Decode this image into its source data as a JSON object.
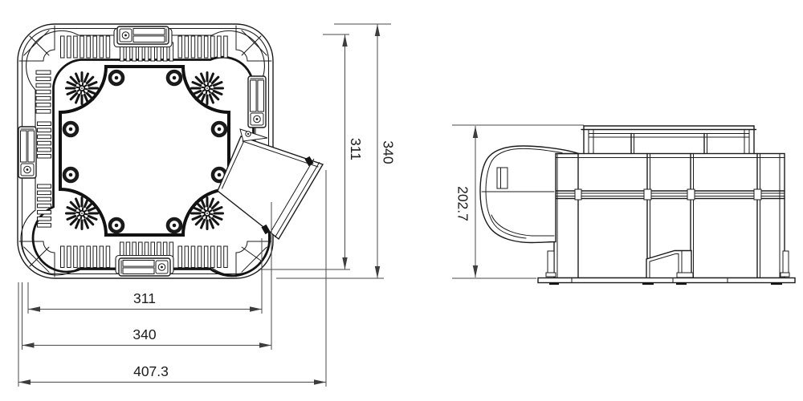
{
  "drawing": {
    "type": "technical-dimension-drawing",
    "views": {
      "left": "plan-view",
      "right": "side-view"
    },
    "colors": {
      "line": "#1c1c1c",
      "dimension_line": "#4a4a4a",
      "background": "#ffffff"
    }
  },
  "dimensions": {
    "plan_width_inner": "311",
    "plan_width_outer": "340",
    "plan_width_overall": "407.3",
    "plan_height_inner": "311",
    "plan_height_outer": "340",
    "side_height": "202.7"
  }
}
